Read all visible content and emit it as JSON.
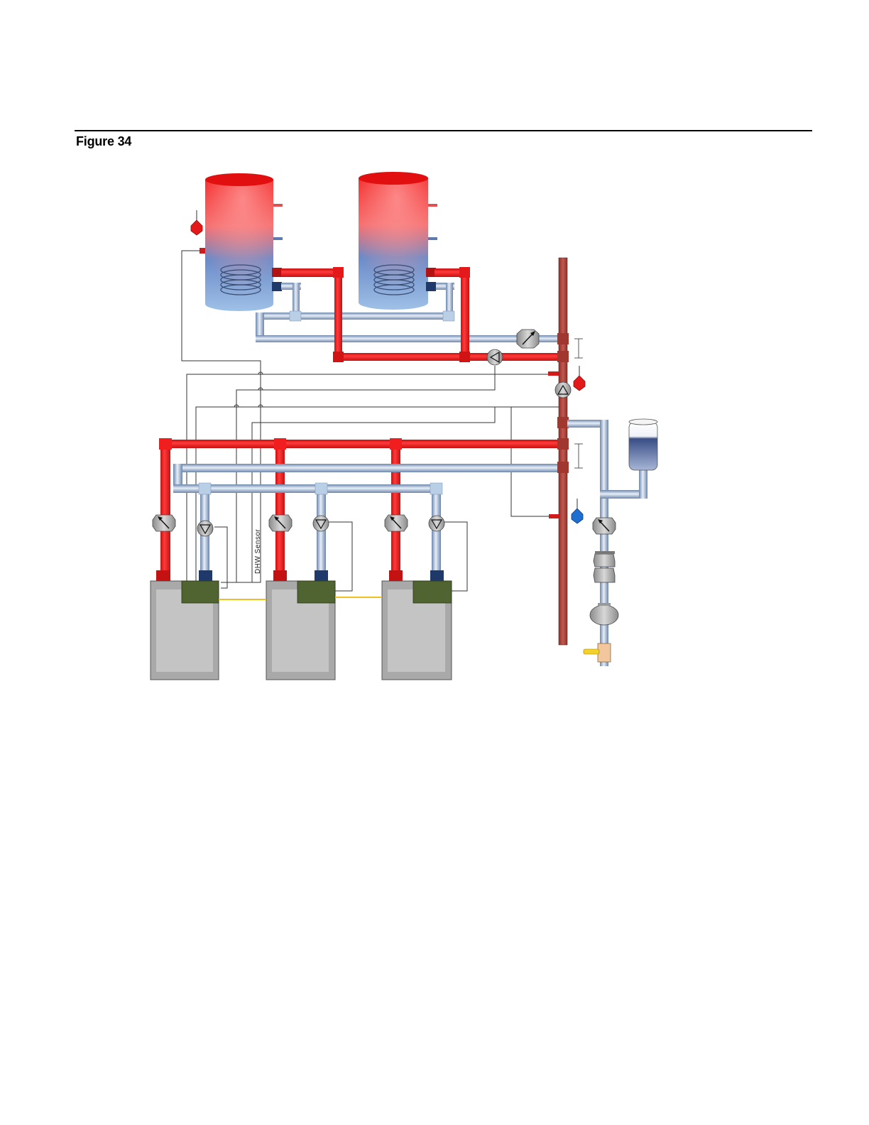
{
  "figure": {
    "title": "Figure 34"
  },
  "labels": {
    "dhw_sensor": "DHW Sensor"
  },
  "colors": {
    "supply": "#e41a1a",
    "return": "#b9cfe6",
    "header": "#b44a40",
    "boiler_body": "#b8b8b8",
    "boiler_control": "#4a5e2a",
    "comm_wire": "#f0c020"
  },
  "components": {
    "indirect_tanks": [
      "dhw-tank-1",
      "dhw-tank-2"
    ],
    "boilers": [
      "boiler-1",
      "boiler-2",
      "boiler-3"
    ],
    "icons": [
      "thermometer-icon",
      "check-valve-icon",
      "circulator-pump-icon",
      "expansion-tank-icon",
      "backflow-preventer-icon",
      "pressure-reducing-valve-icon",
      "ball-valve-icon"
    ]
  }
}
